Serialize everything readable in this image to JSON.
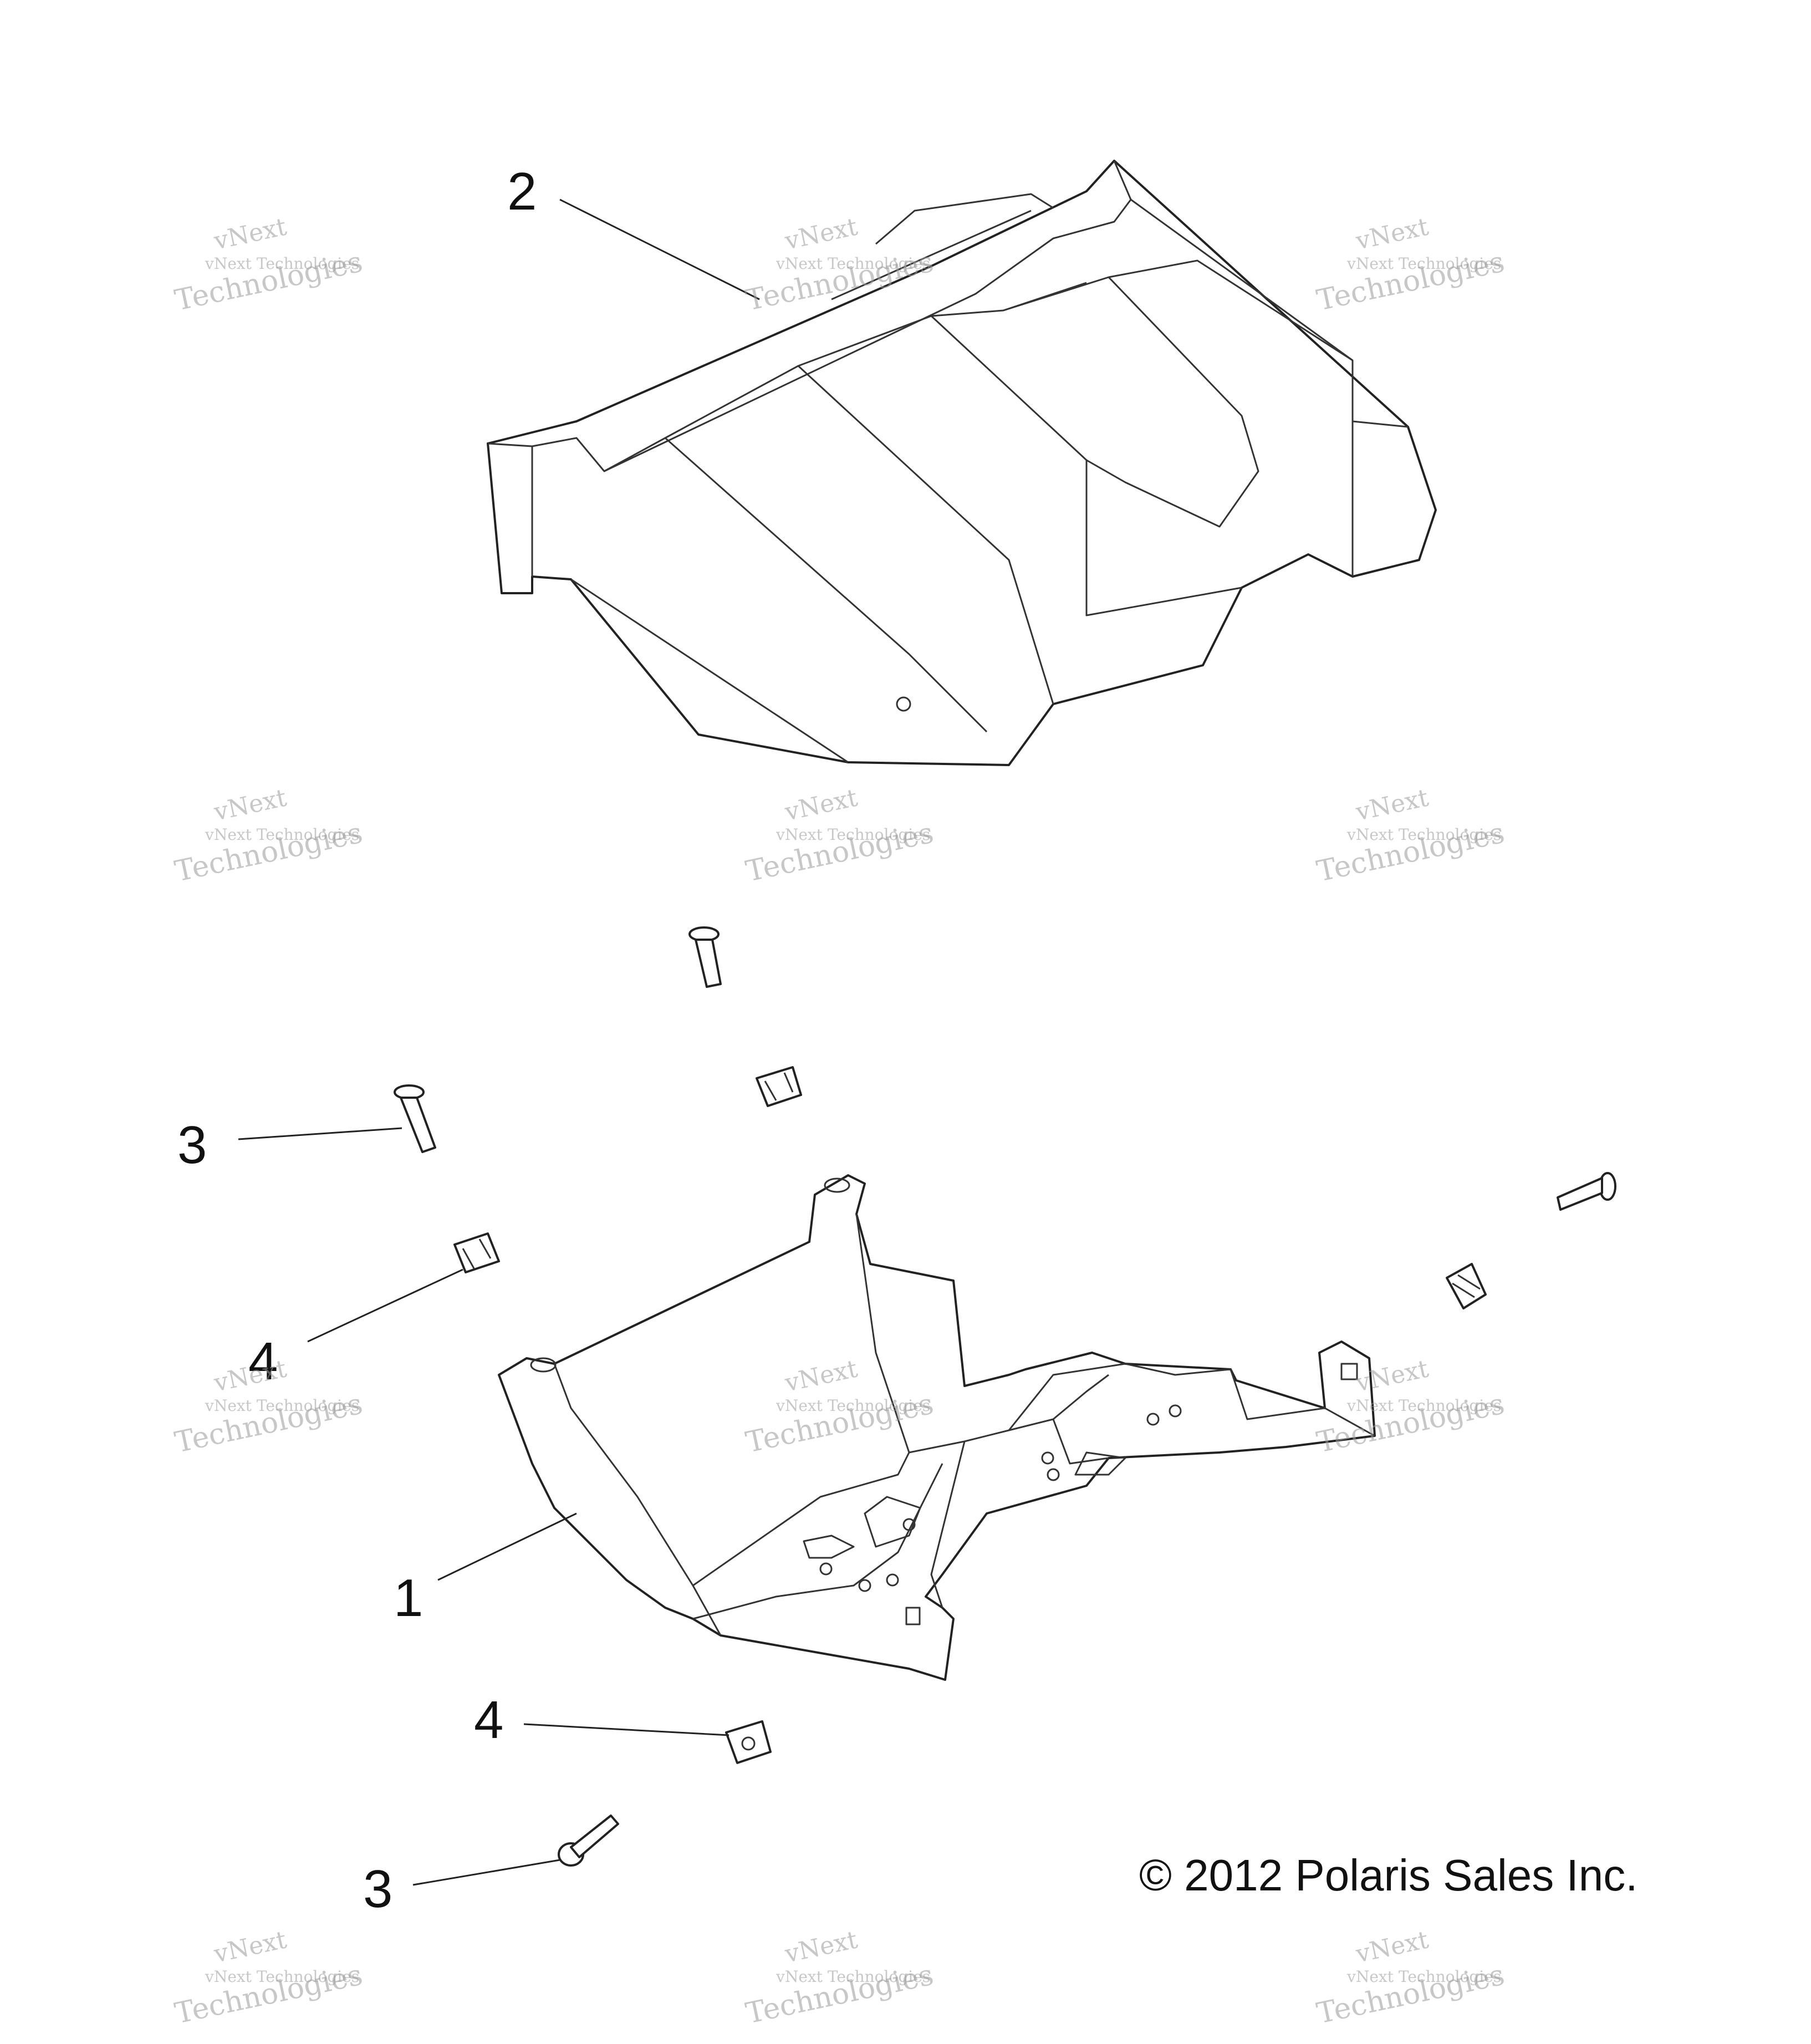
{
  "callouts": {
    "c2": "2",
    "c3_upper": "3",
    "c4_upper": "4",
    "c1": "1",
    "c4_lower": "4",
    "c3_lower": "3"
  },
  "copyright": "© 2012 Polaris Sales Inc.",
  "watermark": {
    "line1": "vNext",
    "line2": "vNext Technologies",
    "line3": "Technologies"
  }
}
